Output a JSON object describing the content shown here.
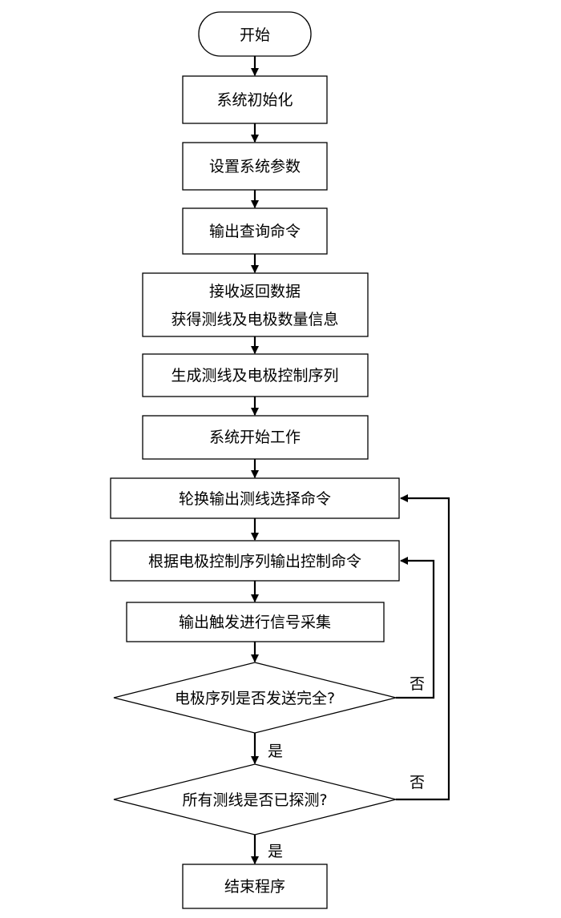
{
  "nodes": {
    "start": "开始",
    "init": "系统初始化",
    "params": "设置系统参数",
    "query": "输出查询命令",
    "receive_1": "接收返回数据",
    "receive_2": "获得测线及电极数量信息",
    "generate": "生成测线及电极控制序列",
    "work": "系统开始工作",
    "select": "轮换输出测线选择命令",
    "control": "根据电极控制序列输出控制命令",
    "trigger": "输出触发进行信号采集",
    "decision_1": "电极序列是否发送完全?",
    "decision_2": "所有测线是否已探测?",
    "end": "结束程序"
  },
  "branches": {
    "d1_no": "否",
    "d1_yes": "是",
    "d2_no": "否",
    "d2_yes": "是"
  }
}
